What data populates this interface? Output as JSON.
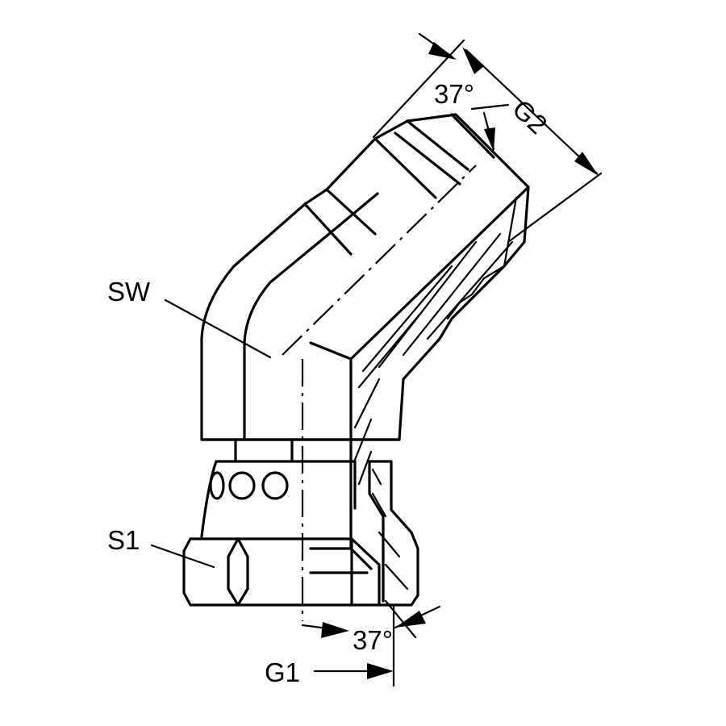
{
  "labels": {
    "sw": "SW",
    "s1": "S1",
    "g1": "G1",
    "g2": "G2",
    "angle_top": "37°",
    "angle_bottom": "37°"
  }
}
